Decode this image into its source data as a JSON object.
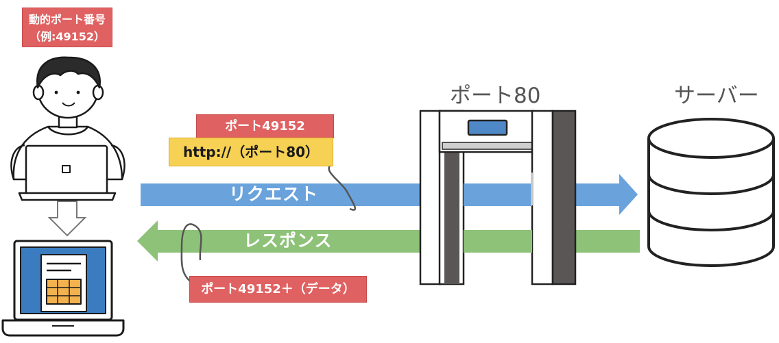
{
  "dynamic_port_label": {
    "line1": "動的ポート番号",
    "line2": "（例:49152）"
  },
  "request_tags": {
    "port_tag": "ポート49152",
    "url_tag": "http://（ポート80）"
  },
  "request_label": "リクエスト",
  "response_label": "レスポンス",
  "response_tag": "ポート49152＋（データ）",
  "gate_label": "ポート80",
  "server_label": "サーバー",
  "colors": {
    "request_arrow": "#6aa3dc",
    "response_arrow": "#8dc278",
    "tag_red": "#e06161",
    "tag_yellow": "#f7d154",
    "gate_frame": "#5a5656",
    "label_gray": "#555555"
  },
  "icons": [
    "user-with-laptop-icon",
    "down-arrow-icon",
    "laptop-document-icon",
    "port-gate-icon",
    "database-server-icon"
  ]
}
